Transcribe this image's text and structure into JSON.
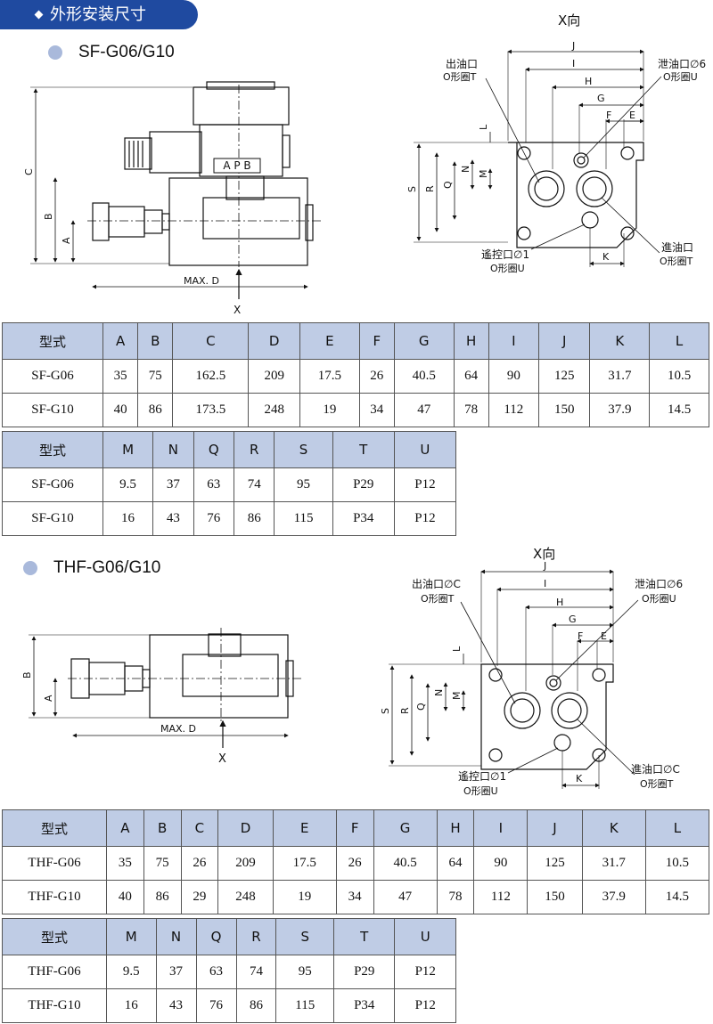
{
  "header": {
    "title": "外形安装尺寸"
  },
  "section1": {
    "title": "SF-G06/G10",
    "view_label": "X向",
    "labels": {
      "out_port": "出油口",
      "out_ring": "O形圈T",
      "drain_port": "泄油口∅6",
      "drain_ring": "O形圈U",
      "pilot_port": "遙控口∅1",
      "pilot_ring": "O形圈U",
      "in_port": "進油口",
      "in_ring": "O形圈T",
      "apb": "A P B",
      "maxd": "MAX. D",
      "x": "X"
    }
  },
  "section2": {
    "title": "THF-G06/G10",
    "view_label": "X向",
    "labels": {
      "out_port": "出油口∅C",
      "out_ring": "O形圈T",
      "drain_port": "泄油口∅6",
      "drain_ring": "O形圈U",
      "pilot_port": "遙控口∅1",
      "pilot_ring": "O形圈U",
      "in_port": "進油口∅C",
      "in_ring": "O形圈T",
      "maxd": "MAX. D",
      "x": "X"
    }
  },
  "dims": [
    "A",
    "B",
    "C",
    "J",
    "I",
    "H",
    "G",
    "F",
    "E",
    "L",
    "N",
    "M",
    "Q",
    "R",
    "S",
    "K"
  ],
  "tables": {
    "sf1": {
      "headers": [
        "型式",
        "A",
        "B",
        "C",
        "D",
        "E",
        "F",
        "G",
        "H",
        "I",
        "J",
        "K",
        "L"
      ],
      "rows": [
        [
          "SF-G06",
          "35",
          "75",
          "162.5",
          "209",
          "17.5",
          "26",
          "40.5",
          "64",
          "90",
          "125",
          "31.7",
          "10.5"
        ],
        [
          "SF-G10",
          "40",
          "86",
          "173.5",
          "248",
          "19",
          "34",
          "47",
          "78",
          "112",
          "150",
          "37.9",
          "14.5"
        ]
      ]
    },
    "sf2": {
      "headers": [
        "型式",
        "M",
        "N",
        "Q",
        "R",
        "S",
        "T",
        "U"
      ],
      "rows": [
        [
          "SF-G06",
          "9.5",
          "37",
          "63",
          "74",
          "95",
          "P29",
          "P12"
        ],
        [
          "SF-G10",
          "16",
          "43",
          "76",
          "86",
          "115",
          "P34",
          "P12"
        ]
      ]
    },
    "thf1": {
      "headers": [
        "型式",
        "A",
        "B",
        "C",
        "D",
        "E",
        "F",
        "G",
        "H",
        "I",
        "J",
        "K",
        "L"
      ],
      "rows": [
        [
          "THF-G06",
          "35",
          "75",
          "26",
          "209",
          "17.5",
          "26",
          "40.5",
          "64",
          "90",
          "125",
          "31.7",
          "10.5"
        ],
        [
          "THF-G10",
          "40",
          "86",
          "29",
          "248",
          "19",
          "34",
          "47",
          "78",
          "112",
          "150",
          "37.9",
          "14.5"
        ]
      ]
    },
    "thf2": {
      "headers": [
        "型式",
        "M",
        "N",
        "Q",
        "R",
        "S",
        "T",
        "U"
      ],
      "rows": [
        [
          "THF-G06",
          "9.5",
          "37",
          "63",
          "74",
          "95",
          "P29",
          "P12"
        ],
        [
          "THF-G10",
          "16",
          "43",
          "76",
          "86",
          "115",
          "P34",
          "P12"
        ]
      ]
    }
  }
}
